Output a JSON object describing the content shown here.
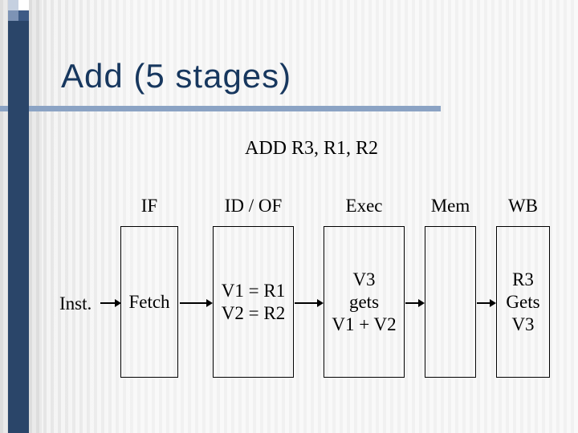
{
  "slide": {
    "title": "Add (5 stages)",
    "instruction": "ADD R3, R1, R2",
    "inst_label": "Inst.",
    "stages": [
      {
        "label": "IF",
        "lines": [
          "Fetch"
        ]
      },
      {
        "label": "ID / OF",
        "lines": [
          "V1 = R1",
          "V2 = R2"
        ]
      },
      {
        "label": "Exec",
        "lines": [
          "V3",
          "gets",
          "V1 + V2"
        ]
      },
      {
        "label": "Mem",
        "lines": []
      },
      {
        "label": "WB",
        "lines": [
          "R3",
          "Gets",
          "V3"
        ]
      }
    ],
    "colors": {
      "title_text": "#17375e",
      "underline": "#8ba3c4",
      "sidebar": "#2a4569",
      "diagram_text": "#000000",
      "box_border": "#000000",
      "mosaic_squares": [
        "#c5d0e0",
        "#ffffff",
        "#7d93b5",
        "#3d5a85"
      ]
    }
  }
}
